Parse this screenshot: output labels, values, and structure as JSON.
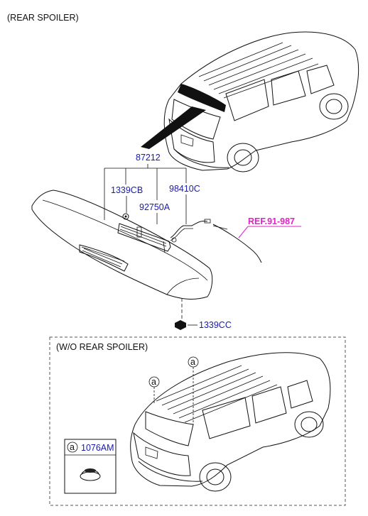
{
  "section_title": "(REAR SPOILER)",
  "parts": {
    "spoiler_assy": "87212",
    "bolt_upper": "1339CB",
    "harness": "98410C",
    "stop_lamp": "92750A",
    "bolt_lower": "1339CC",
    "reference": "REF.91-987",
    "plug": "1076AM"
  },
  "variant_box": {
    "title": "(W/O REAR SPOILER)",
    "callout_letter": "a",
    "legend_letter": "a"
  }
}
